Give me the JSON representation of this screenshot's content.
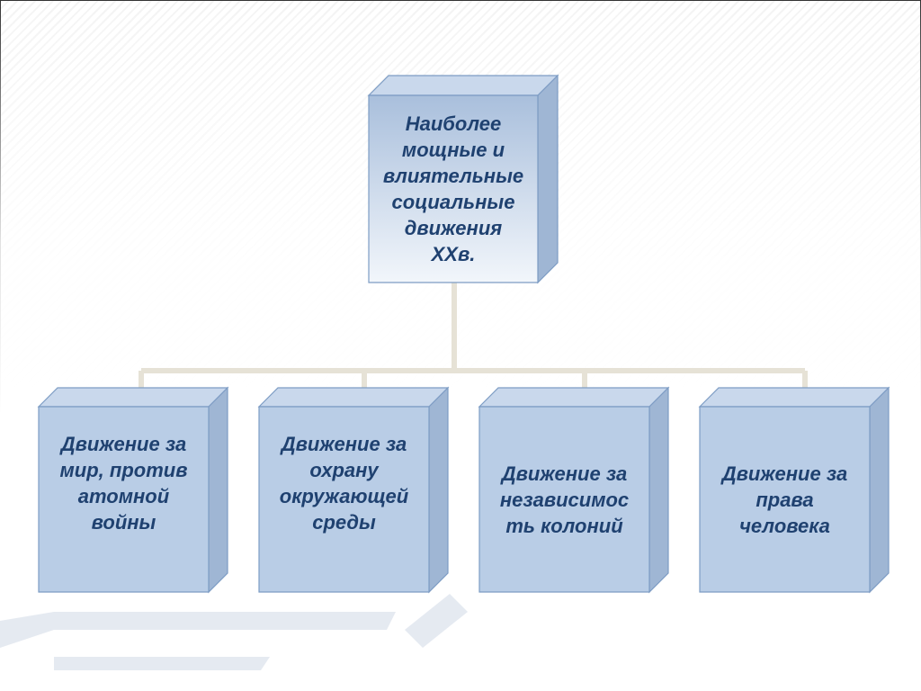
{
  "root": {
    "lines": [
      "Наиболее",
      "мощные и",
      "влиятельные",
      "социальные",
      "движения",
      "XXв."
    ]
  },
  "children": [
    {
      "lines": [
        "Движение за",
        "мир, против",
        "атомной",
        "войны"
      ]
    },
    {
      "lines": [
        "Движение за",
        "охрану",
        "окружающей",
        "среды"
      ]
    },
    {
      "lines": [
        "Движение за",
        "независимос",
        "ть колоний"
      ]
    },
    {
      "lines": [
        "Движение за",
        "права",
        "человека"
      ]
    }
  ],
  "colors": {
    "text": "#1f4170",
    "box_front": "#b9cde6",
    "connector": "#e6e2d6"
  }
}
